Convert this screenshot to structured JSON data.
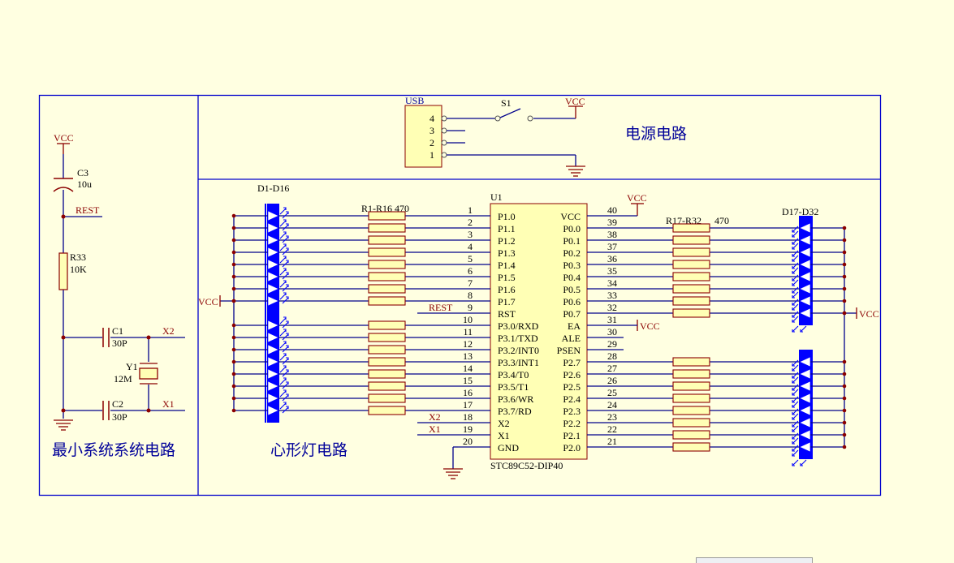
{
  "titles": {
    "power": "电源电路",
    "minimal": "最小系统系统电路",
    "heart": "心形灯电路"
  },
  "power": {
    "usb_ref": "USB",
    "usb_pins": [
      "4",
      "3",
      "2",
      "1"
    ],
    "switch_ref": "S1",
    "vcc": "VCC"
  },
  "minimal": {
    "vcc": "VCC",
    "c3_ref": "C3",
    "c3_val": "10u",
    "rest_net": "REST",
    "r33_ref": "R33",
    "r33_val": "10K",
    "c1_ref": "C1",
    "c1_val": "30P",
    "c2_ref": "C2",
    "c2_val": "30P",
    "y1_ref": "Y1",
    "y1_val": "12M",
    "x2_net": "X2",
    "x1_net": "X1"
  },
  "heart": {
    "d_left_ref": "D1-D16",
    "r_left_ref": "R1-R16 470",
    "vcc_left": "VCC",
    "r_right_ref": "R17-R32",
    "r_right_val": "470",
    "d_right_ref": "D17-D32",
    "vcc_right": "VCC"
  },
  "chip": {
    "ref": "U1",
    "part": "STC89C52-DIP40",
    "vcc_net": "VCC",
    "ea_net": "VCC",
    "rest_net": "REST",
    "x2_net": "X2",
    "x1_net": "X1",
    "left_pins": [
      {
        "num": "1",
        "name": "P1.0"
      },
      {
        "num": "2",
        "name": "P1.1"
      },
      {
        "num": "3",
        "name": "P1.2"
      },
      {
        "num": "4",
        "name": "P1.3"
      },
      {
        "num": "5",
        "name": "P1.4"
      },
      {
        "num": "6",
        "name": "P1.5"
      },
      {
        "num": "7",
        "name": "P1.6"
      },
      {
        "num": "8",
        "name": "P1.7"
      },
      {
        "num": "9",
        "name": "RST"
      },
      {
        "num": "10",
        "name": "P3.0/RXD"
      },
      {
        "num": "11",
        "name": "P3.1/TXD"
      },
      {
        "num": "12",
        "name": "P3.2/INT0"
      },
      {
        "num": "13",
        "name": "P3.3/INT1"
      },
      {
        "num": "14",
        "name": "P3.4/T0"
      },
      {
        "num": "15",
        "name": "P3.5/T1"
      },
      {
        "num": "16",
        "name": "P3.6/WR"
      },
      {
        "num": "17",
        "name": "P3.7/RD"
      },
      {
        "num": "18",
        "name": "X2"
      },
      {
        "num": "19",
        "name": "X1"
      },
      {
        "num": "20",
        "name": "GND"
      }
    ],
    "right_pins": [
      {
        "num": "40",
        "name": "VCC"
      },
      {
        "num": "39",
        "name": "P0.0"
      },
      {
        "num": "38",
        "name": "P0.1"
      },
      {
        "num": "37",
        "name": "P0.2"
      },
      {
        "num": "36",
        "name": "P0.3"
      },
      {
        "num": "35",
        "name": "P0.4"
      },
      {
        "num": "34",
        "name": "P0.5"
      },
      {
        "num": "33",
        "name": "P0.6"
      },
      {
        "num": "32",
        "name": "P0.7"
      },
      {
        "num": "31",
        "name": "EA"
      },
      {
        "num": "30",
        "name": "ALE"
      },
      {
        "num": "29",
        "name": "PSEN"
      },
      {
        "num": "28",
        "name": "P2.7"
      },
      {
        "num": "27",
        "name": "P2.6"
      },
      {
        "num": "26",
        "name": "P2.5"
      },
      {
        "num": "25",
        "name": "P2.4"
      },
      {
        "num": "24",
        "name": "P2.3"
      },
      {
        "num": "23",
        "name": "P2.2"
      },
      {
        "num": "22",
        "name": "P2.1"
      },
      {
        "num": "21",
        "name": "P2.0"
      }
    ]
  },
  "colors": {
    "background": "#ffffe1",
    "wire": "#00008b",
    "border": "#0000cc",
    "power_net": "#8b0000",
    "component": "#8b0000",
    "chip_fill": "#ffffb5",
    "led": "#0000ff",
    "junction": "#8b0000"
  }
}
